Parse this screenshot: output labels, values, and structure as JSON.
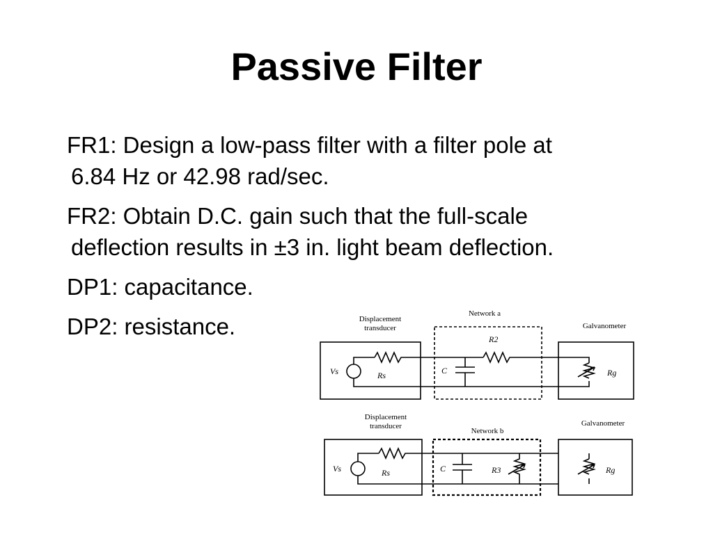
{
  "title": "Passive Filter",
  "bullets": [
    {
      "line1": "FR1: Design a low-pass filter with a filter pole at",
      "line2": "6.84 Hz or 42.98 rad/sec."
    },
    {
      "line1": "FR2: Obtain D.C. gain such that the full-scale",
      "line2": "deflection results in ±3 in. light beam deflection."
    },
    {
      "line1": "DP1: capacitance."
    },
    {
      "line1": "DP2: resistance."
    }
  ],
  "circuit_a": {
    "transducer_label_1": "Displacement",
    "transducer_label_2": "transducer",
    "network_label": "Network a",
    "galvanometer_label": "Galvanometer",
    "source_label": "Vs",
    "source_resistor_label": "Rs",
    "capacitor_label": "C",
    "resistor_label": "R2",
    "galv_resistor_label": "Rg"
  },
  "circuit_b": {
    "transducer_label_1": "Displacement",
    "transducer_label_2": "transducer",
    "network_label": "Network b",
    "galvanometer_label": "Galvanometer",
    "source_label": "Vs",
    "source_resistor_label": "Rs",
    "capacitor_label": "C",
    "resistor_label": "R3",
    "galv_resistor_label": "Rg"
  }
}
